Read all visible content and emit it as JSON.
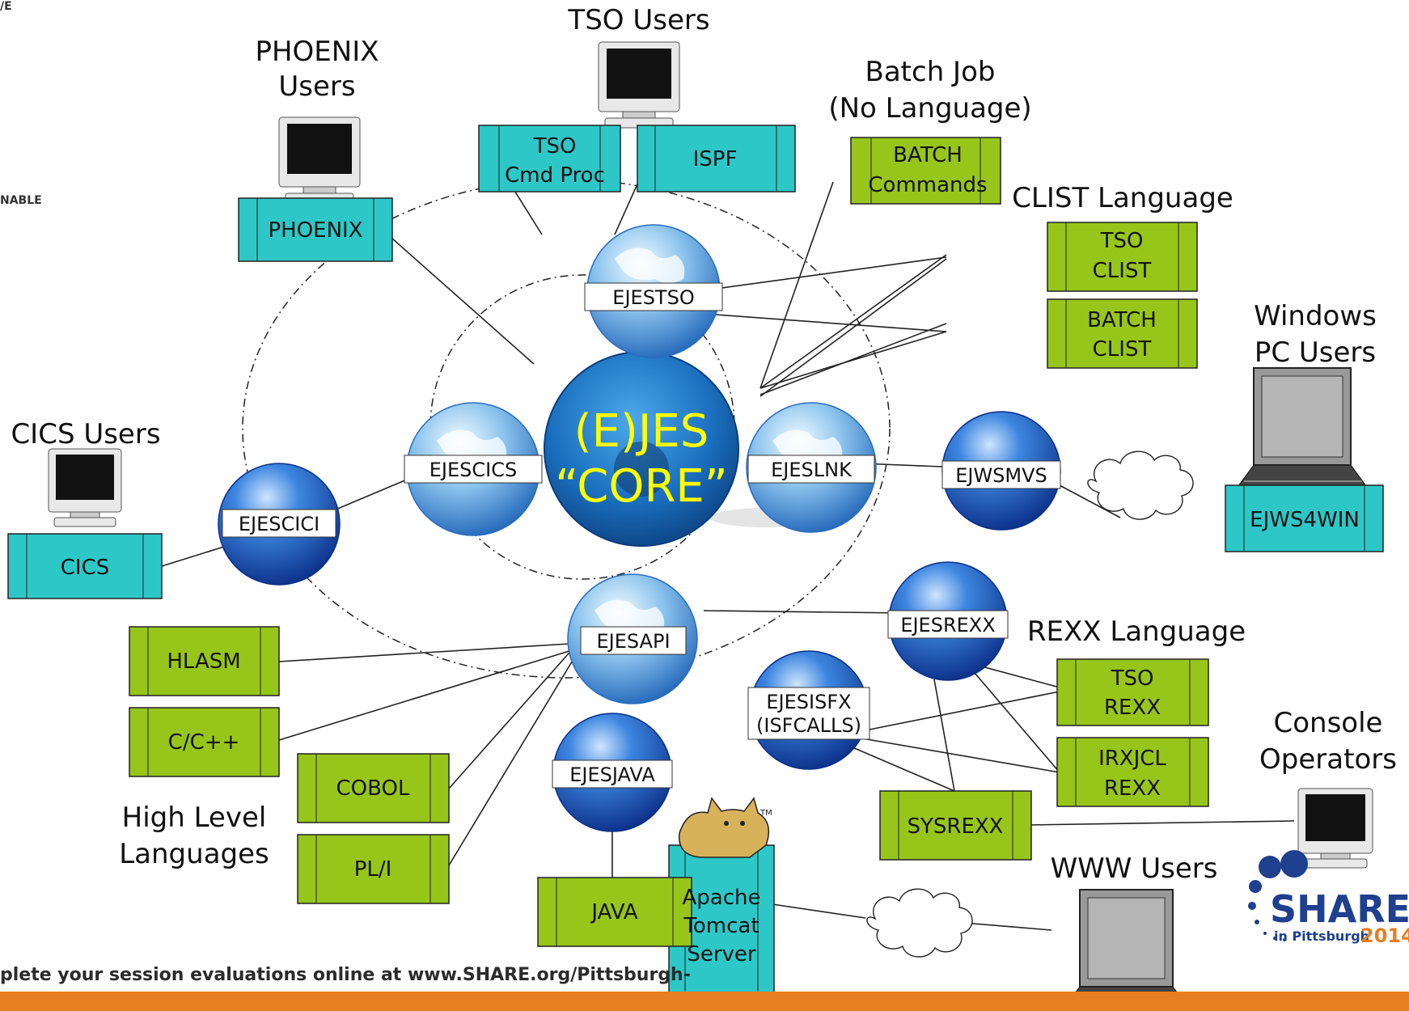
{
  "edge_fragments": {
    "top": "/E",
    "middle": "NABLE"
  },
  "core": {
    "line1": "(E)JES",
    "line2": "“CORE”"
  },
  "groups": {
    "tso_users": "TSO Users",
    "phoenix_users": [
      "PHOENIX",
      "Users"
    ],
    "batch_job": [
      "Batch Job",
      "(No Language)"
    ],
    "clist_language": "CLIST Language",
    "windows_pc_users": [
      "Windows",
      "PC Users"
    ],
    "cics_users": "CICS Users",
    "rexx_language": "REXX Language",
    "console_operators": [
      "Console",
      "Operators"
    ],
    "high_level_languages": [
      "High Level",
      "Languages"
    ],
    "www_users": "WWW Users"
  },
  "boxes": {
    "tso_cmd_proc": [
      "TSO",
      "Cmd Proc"
    ],
    "ispf": "ISPF",
    "phoenix": "PHOENIX",
    "batch_commands": [
      "BATCH",
      "Commands"
    ],
    "tso_clist": [
      "TSO",
      "CLIST"
    ],
    "batch_clist": [
      "BATCH",
      "CLIST"
    ],
    "ejws4win": "EJWS4WIN",
    "cics": "CICS",
    "hlasm": "HLASM",
    "c_cpp": "C/C++",
    "cobol": "COBOL",
    "pli": "PL/I",
    "java": "JAVA",
    "tso_rexx": [
      "TSO",
      "REXX"
    ],
    "irxjcl_rexx": [
      "IRXJCL",
      "REXX"
    ],
    "sysrexx": "SYSREXX",
    "tomcat": [
      "Apache",
      "Tomcat",
      "Server"
    ]
  },
  "globes": {
    "ejestso": "EJESTSO",
    "ejescics": "EJESCICS",
    "ejeslnk": "EJESLNK",
    "ejesapi": "EJESAPI",
    "ejescici": "EJESCICI",
    "ejwsmvs": "EJWSMVS",
    "ejesrexx": "EJESREXX",
    "ejesisfx": [
      "EJESISFX",
      "(ISFCALLS)"
    ],
    "ejesjava": "EJESJAVA"
  },
  "logo": {
    "name": "SHARE",
    "location": "in Pittsburgh",
    "year": "2014"
  },
  "footer": "plete your session evaluations online at www.SHARE.org/Pittsburgh-",
  "colors": {
    "teal_box": "#2ec7c7",
    "green_box": "#97c51a",
    "globe_blue": "#1a5fc4",
    "core_text": "#ffff00",
    "bottom_bar": "#e87e22",
    "share_blue": "#1f3f8f",
    "share_orange": "#e87e22"
  }
}
